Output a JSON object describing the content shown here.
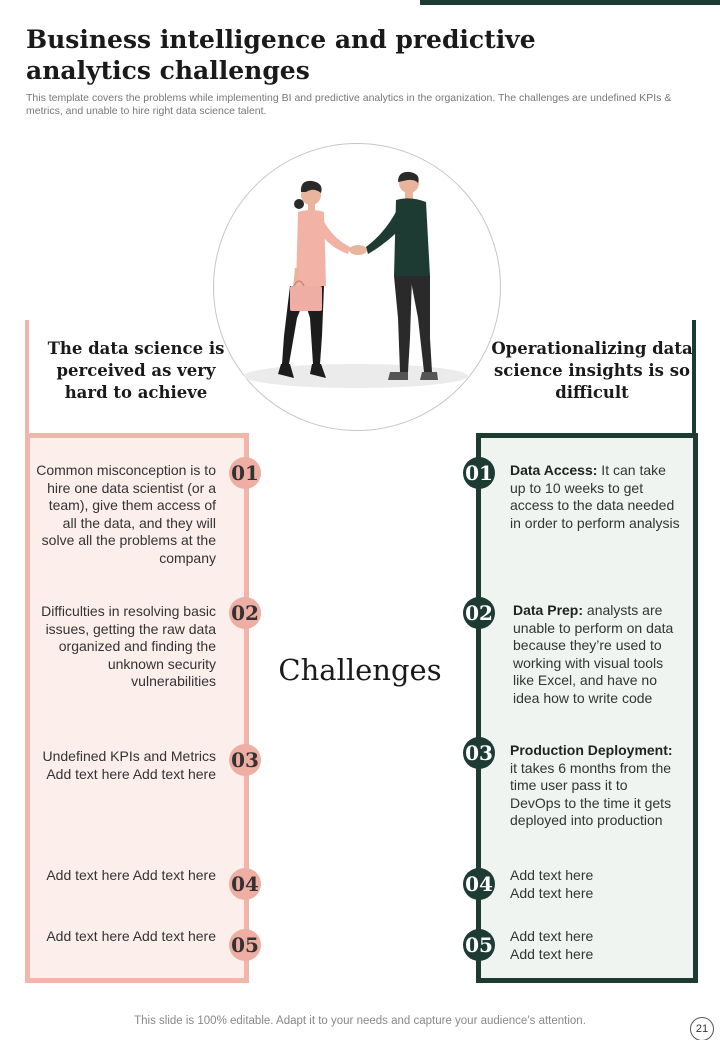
{
  "header": {
    "title": "Business intelligence and predictive analytics challenges",
    "subtitle": "This template covers the problems while implementing BI and predictive analytics in the organization. The challenges are undefined KPIs & metrics, and unable to hire right data science talent."
  },
  "center_label": "Challenges",
  "left": {
    "heading": "The data science is perceived as very hard to achieve",
    "items": [
      {
        "num": "01",
        "text": "Common misconception is to hire one data scientist (or a team), give them access of all the data, and they will solve all the problems at the company"
      },
      {
        "num": "02",
        "text": "Difficulties in resolving basic issues, getting the raw data organized and finding the unknown security vulnerabilities"
      },
      {
        "num": "03",
        "text": "Undefined KPIs and Metrics Add text here Add text here"
      },
      {
        "num": "04",
        "text": "Add text here Add text here"
      },
      {
        "num": "05",
        "text": "Add text here Add text here"
      }
    ]
  },
  "right": {
    "heading": "Operationalizing data science insights is so difficult",
    "items": [
      {
        "num": "01",
        "bold": "Data Access:",
        "text": " It can take up to 10 weeks to get access to the data needed in order to perform analysis"
      },
      {
        "num": "02",
        "bold": "Data Prep:",
        "text": " analysts are unable to perform on data because they’re used to working with visual tools like Excel, and have no idea how to write code"
      },
      {
        "num": "03",
        "bold": "Production Deployment:",
        "text": " it takes 6 months from the time user pass it to DevOps to the time it gets deployed into production"
      },
      {
        "num": "04",
        "bold": "",
        "text": "Add text here Add text here"
      },
      {
        "num": "05",
        "bold": "",
        "text": "Add text here Add text here"
      }
    ]
  },
  "footer": {
    "note": "This slide is 100% editable. Adapt it to your needs and capture your audience’s attention.",
    "page": "21"
  },
  "colors": {
    "dark_green": "#1e3b33",
    "salmon": "#f1b5aa",
    "salmon_badge": "#eeaea3",
    "left_fill": "#fcefeb",
    "right_fill": "#eff4f1"
  }
}
